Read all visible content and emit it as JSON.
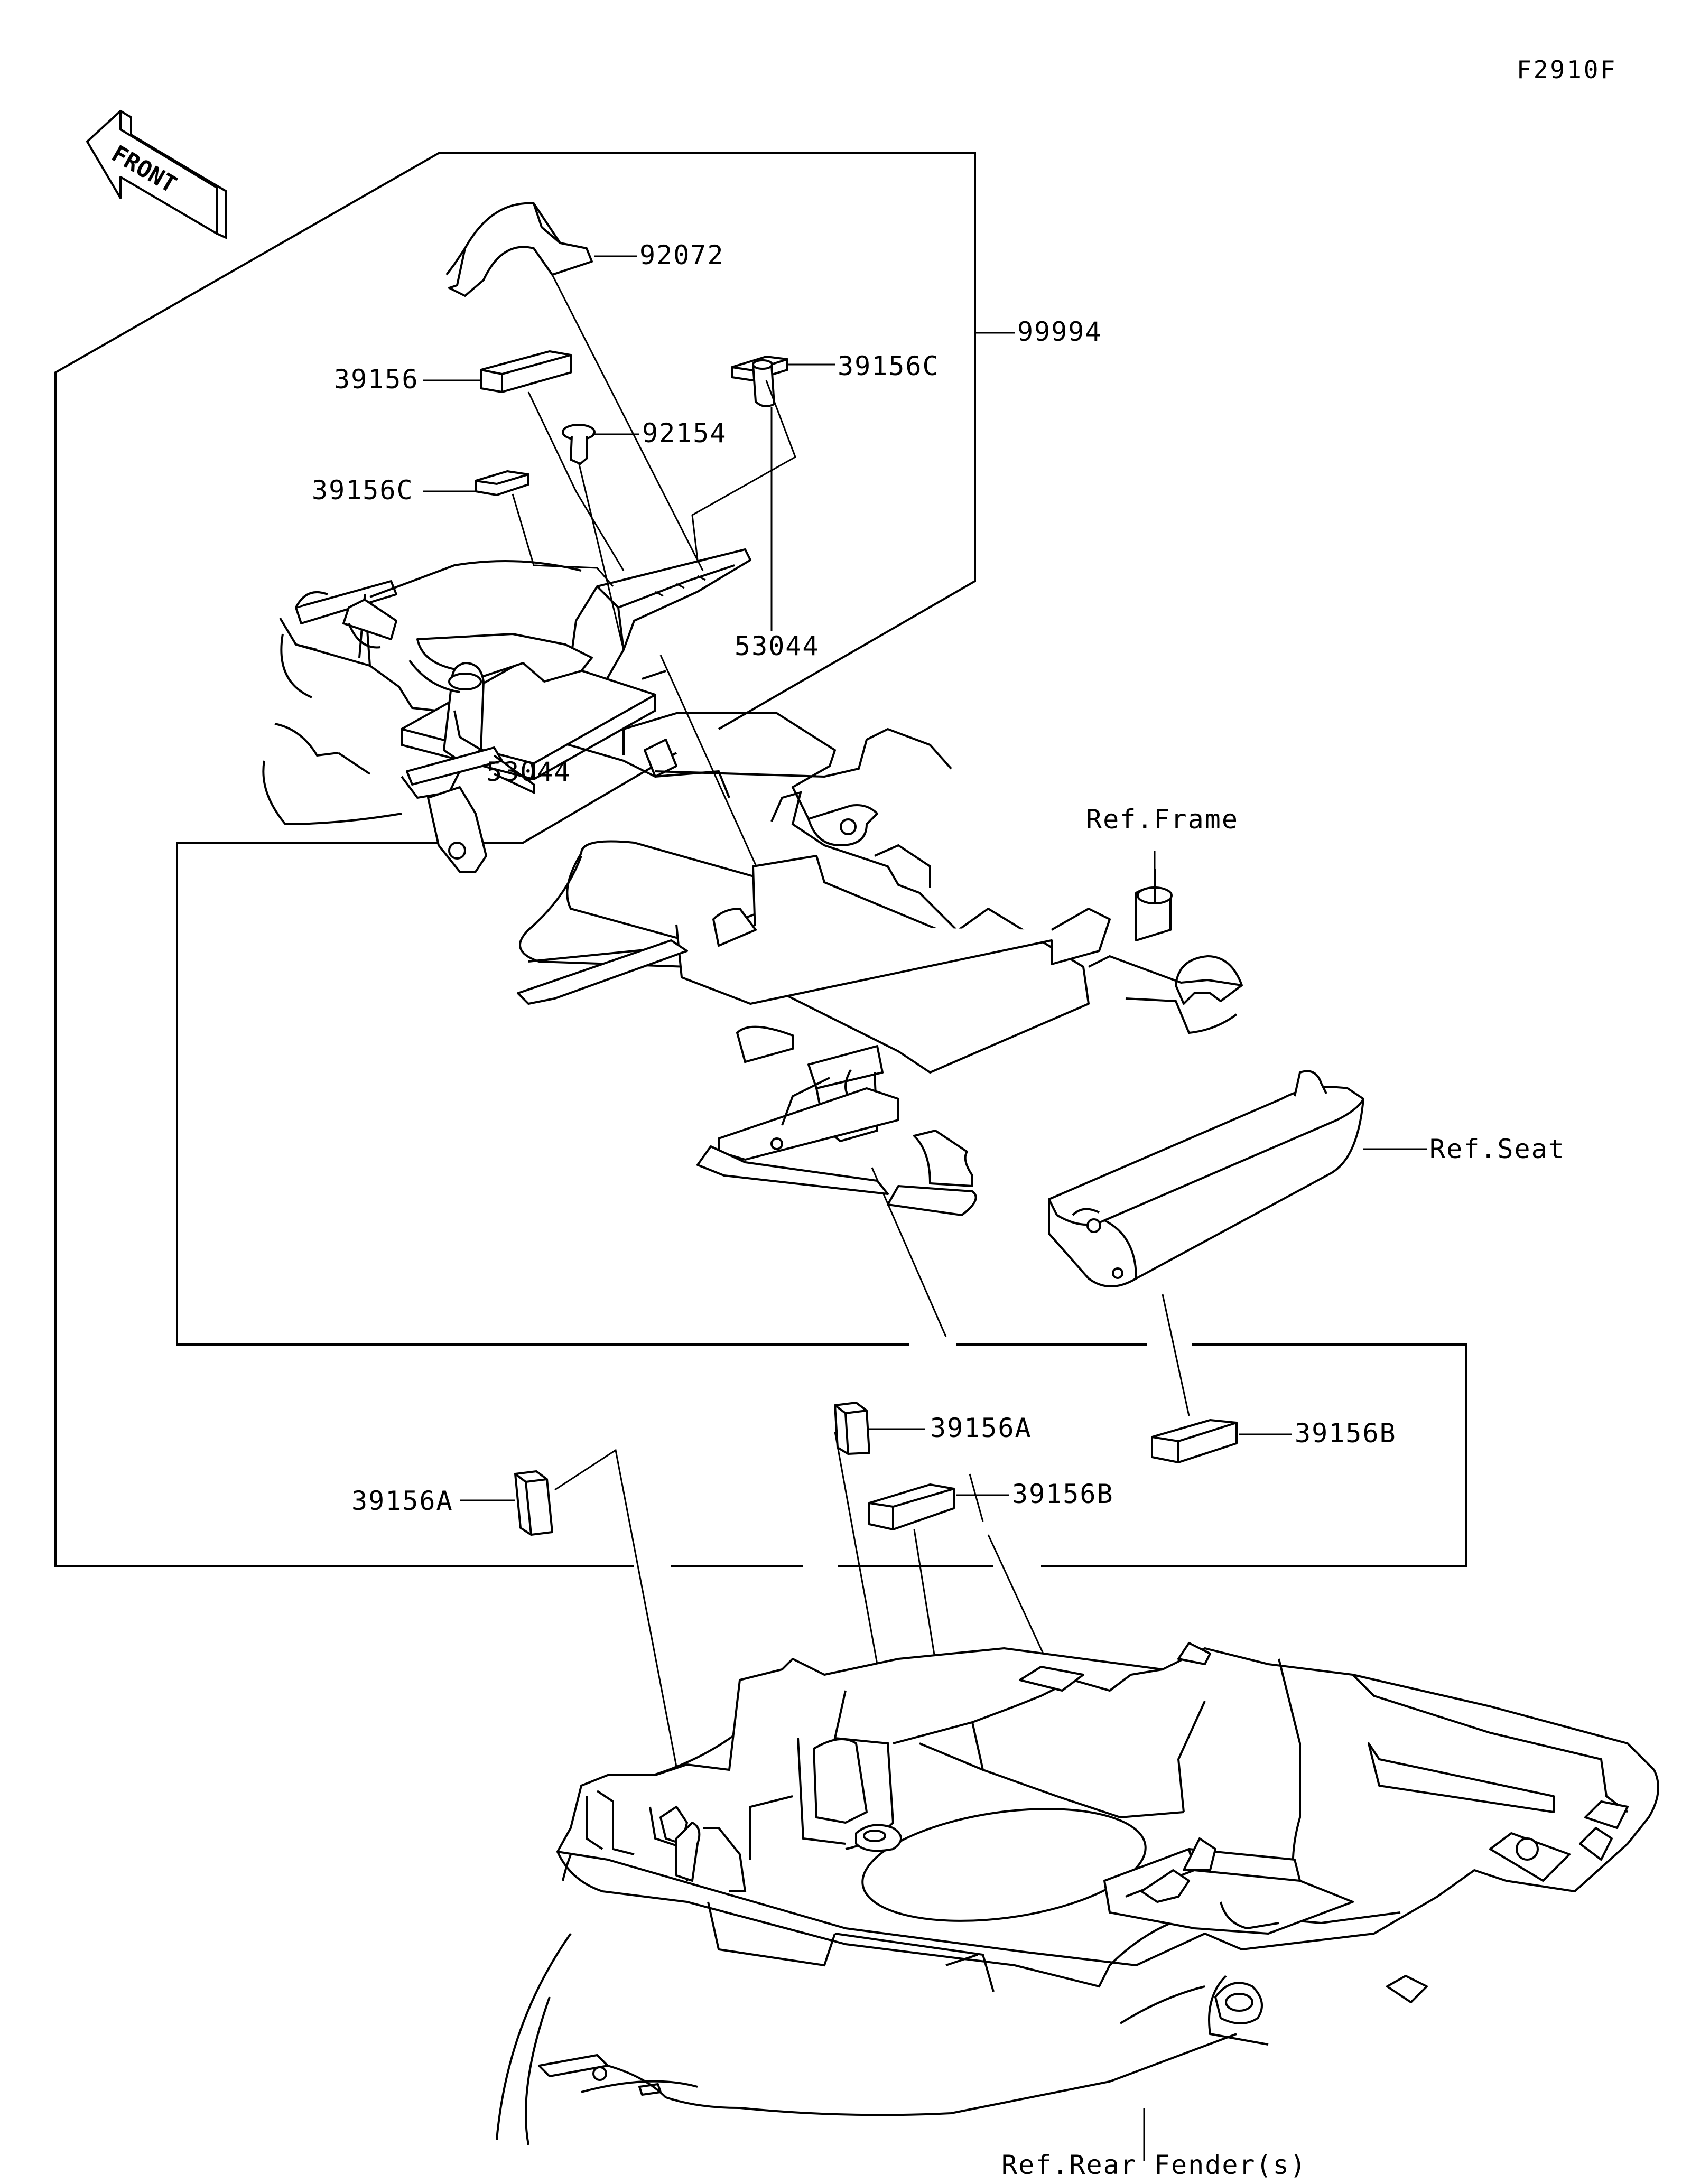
{
  "figure_code": "F2910F",
  "front_label": "FRONT",
  "parts": {
    "p92072": "92072",
    "p39156": "39156",
    "p39156C_right": "39156C",
    "p99994": "99994",
    "p92154": "92154",
    "p39156C_left": "39156C",
    "p53044_right": "53044",
    "p53044_left": "53044",
    "p39156A_center": "39156A",
    "p39156B_right": "39156B",
    "p39156A_left": "39156A",
    "p39156B_center": "39156B"
  },
  "refs": {
    "frame": "Ref.Frame",
    "seat": "Ref.Seat",
    "rear_fender": "Ref.Rear Fender(s)"
  }
}
